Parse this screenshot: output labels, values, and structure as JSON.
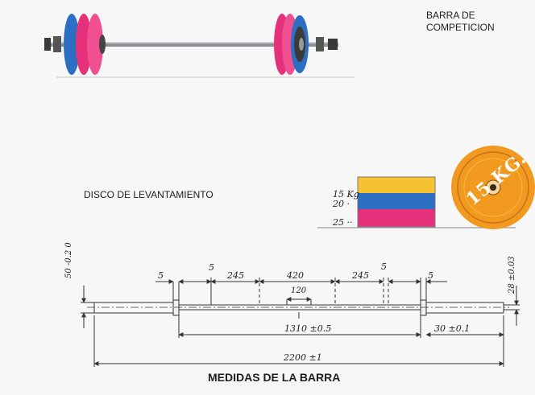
{
  "header_label": {
    "line1": "BARRA DE",
    "line2": "COMPETICION"
  },
  "disc_label": "DISCO DE LEVANTAMIENTO",
  "disc_legend": [
    {
      "text": "15 Kg",
      "color": "#f5c231"
    },
    {
      "text": "20 ·",
      "color": "#2c6fc2"
    },
    {
      "text": "25 ··",
      "color": "#e4317a"
    }
  ],
  "disc_plate_text": "15 KG.",
  "dimensions": {
    "left_collar": "5",
    "inner_collar": "5",
    "inner_span": "245",
    "center_span": "420",
    "inner_span_right": "245",
    "right_inner_collar": "5",
    "right_collar": "5",
    "center_mark": "120",
    "sleeve_span": "1310 ±0.5",
    "sleeve_length": "30 ±0.1",
    "total_length": "2200 ±1",
    "sleeve_diameter": "50 -0.2 0",
    "bar_diameter": "28 ±0.03"
  },
  "caption": "MEDIDAS DE LA BARRA",
  "colors": {
    "yellow": "#f5c231",
    "blue": "#2c6fc2",
    "pink": "#e4317a",
    "orange": "#f19a1f"
  }
}
